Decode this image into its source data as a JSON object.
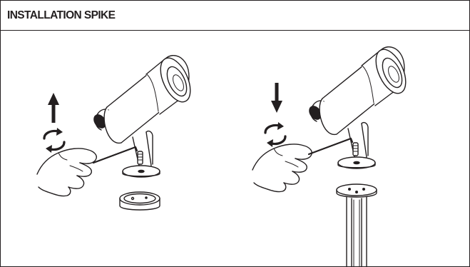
{
  "header": {
    "title": "INSTALLATION SPIKE"
  },
  "panels": [
    {
      "step": "remove",
      "arrow": "up-arrow-icon",
      "rotate": "rotate-arrows-icon"
    },
    {
      "step": "attach",
      "arrow": "down-arrow-icon",
      "rotate": "rotate-arrows-icon"
    }
  ],
  "colors": {
    "line": "#231f20",
    "background": "#ffffff"
  }
}
